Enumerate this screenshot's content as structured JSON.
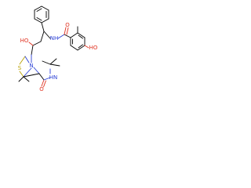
{
  "atoms": {
    "ho_upper": "HO",
    "ho_right": "HO",
    "nh_amide_right": "NH",
    "o_amide_right": "O",
    "nh_amide_lower": "HN",
    "o_amide_lower": "O",
    "n_ring": "N",
    "s_ring": "S"
  },
  "colors": {
    "carbon": "#000000",
    "nitrogen": "#2b40d6",
    "oxygen": "#e0301e",
    "sulfur": "#b8a000"
  }
}
